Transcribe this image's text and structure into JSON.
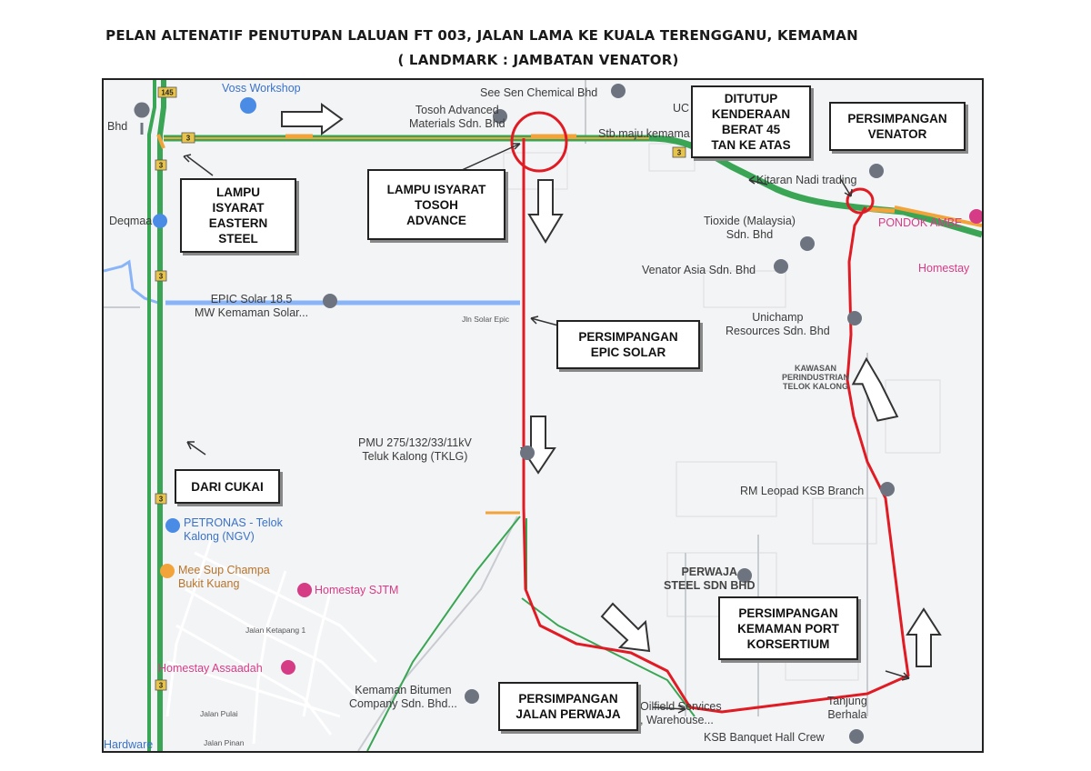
{
  "header": {
    "title_line1": "PELAN ALTENATIF PENUTUPAN LALUAN FT 003, JALAN LAMA KE KUALA TERENGGANU, KEMAMAN",
    "title_line2": "( LANDMARK : JAMBATAN VENATOR)"
  },
  "route_shields": [
    "145",
    "3",
    "3",
    "3",
    "3",
    "3",
    "3"
  ],
  "places": {
    "voss": "Voss Workshop",
    "bhd": "Bhd",
    "deqmaa": "Deqmaa",
    "see_sen": "See Sen Chemical Bhd",
    "tosoh_1": "Tosoh Advanced",
    "tosoh_2": "Materials Sdn. Bhd",
    "uc": "UC",
    "stb_maju": "Stb.maju.kemama",
    "kitaran": "Kitaran Nadi trading",
    "tioxide_1": "Tioxide (Malaysia)",
    "tioxide_2": "Sdn. Bhd",
    "pondok": "PONDOK AMBE",
    "homestay": "Homestay",
    "venator_asia": "Venator Asia Sdn. Bhd",
    "epic_1": "EPIC Solar 18.5",
    "epic_2": "MW Kemaman Solar...",
    "jln_solar": "Jln Solar Epic",
    "unichamp_1": "Unichamp",
    "unichamp_2": "Resources Sdn. Bhd",
    "kawasan_1": "KAWASAN",
    "kawasan_2": "PERINDUSTRIAN",
    "kawasan_3": "TELOK KALONG",
    "pmu_1": "PMU 275/132/33/11kV",
    "pmu_2": "Teluk Kalong (TKLG)",
    "rm_leopad": "RM Leopad KSB Branch",
    "petronas_1": "PETRONAS - Telok",
    "petronas_2": "Kalong (NGV)",
    "mee_sup_1": "Mee Sup Champa",
    "mee_sup_2": "Bukit Kuang",
    "homestay_sjtm": "Homestay SJTM",
    "jalan_ketapang": "Jalan Ketapang 1",
    "perwaja_1": "PERWAJA",
    "perwaja_2": "STEEL SDN BHD",
    "homestay_assaadah": "Homestay Assaadah",
    "jalan_pulai": "Jalan Pulai",
    "jalan_pinan": "Jalan Pinan",
    "kemaman_bitumen_1": "Kemaman Bitumen",
    "kemaman_bitumen_2": "Company Sdn. Bhd...",
    "oilfield_1": "Oilfield Services",
    "oilfield_2": ", Warehouse...",
    "tanjung_1": "Tanjung",
    "tanjung_2": "Berhala",
    "ksb_banquet": "KSB Banquet Hall Crew",
    "hardware": "Hardware"
  },
  "callouts": {
    "lampu_eastern": [
      "LAMPU",
      "ISYARAT",
      "EASTERN",
      "STEEL"
    ],
    "lampu_tosoh": [
      "LAMPU ISYARAT",
      "TOSOH",
      "ADVANCE"
    ],
    "ditutup": [
      "DITUTUP",
      "KENDERAAN",
      "BERAT 45",
      "TAN KE ATAS"
    ],
    "persimpangan_venator": [
      "PERSIMPANGAN",
      "VENATOR"
    ],
    "persimpangan_epic": [
      "PERSIMPANGAN",
      "EPIC SOLAR"
    ],
    "dari_cukai": [
      "DARI CUKAI"
    ],
    "persimpangan_kemaman": [
      "PERSIMPANGAN",
      "KEMAMAN PORT",
      "KORSERTIUM"
    ],
    "persimpangan_perwaja": [
      "PERSIMPANGAN",
      "JALAN PERWAJA"
    ]
  },
  "colors": {
    "detour_route": "#e01b24",
    "traffic_green": "#3aa655",
    "traffic_orange": "#f2a33a",
    "water": "#8ab4f8",
    "poi_marker": "#6d7480",
    "pink_marker": "#d63b86"
  }
}
